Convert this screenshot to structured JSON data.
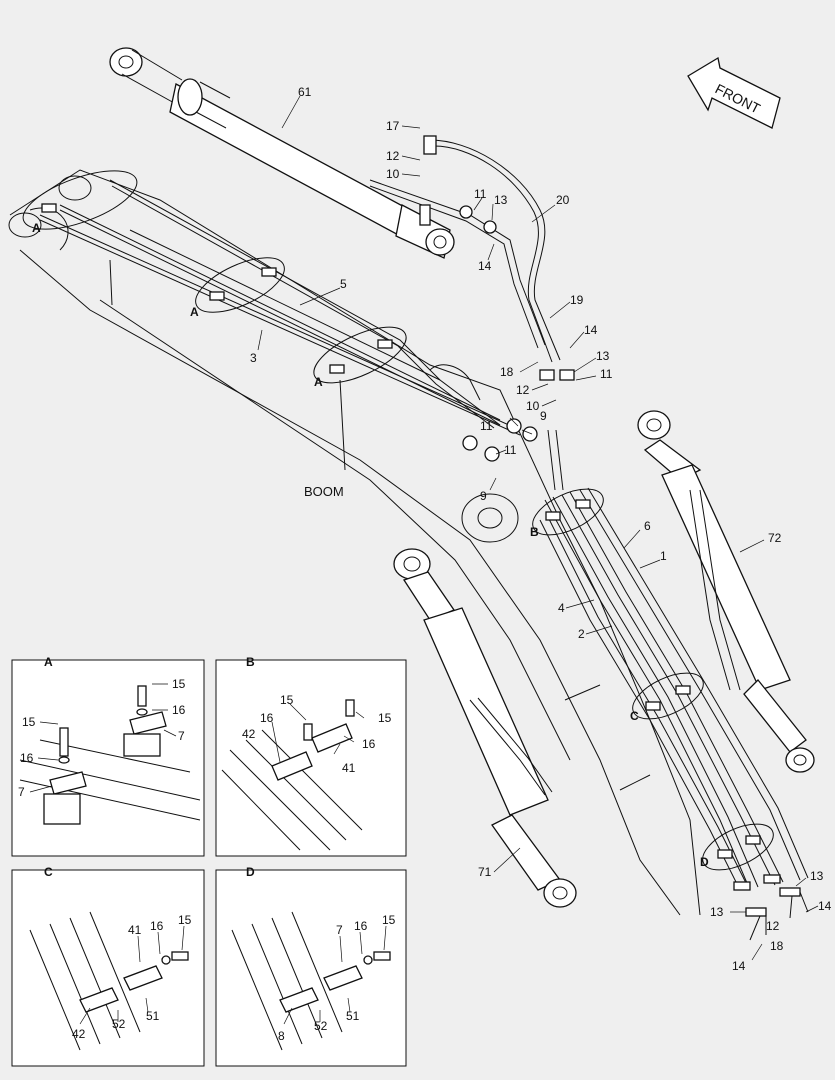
{
  "diagram": {
    "boom_label": "BOOM",
    "front_label": "FRONT",
    "main_labels": {
      "l61": "61",
      "l17": "17",
      "l12a": "12",
      "l10a": "10",
      "l11a": "11",
      "l13a": "13",
      "l20": "20",
      "l14a": "14",
      "l5": "5",
      "l3": "3",
      "lA1": "A",
      "lA2": "A",
      "lA3": "A",
      "l19": "19",
      "l14b": "14",
      "l18a": "18",
      "l13b": "13",
      "l12b": "12",
      "l11b": "11",
      "l10b": "10",
      "l9a": "9",
      "l11c": "11",
      "l11d": "11",
      "l9b": "9",
      "lB": "B",
      "l6": "6",
      "l1": "1",
      "l4": "4",
      "l2": "2",
      "l72": "72",
      "lC": "C",
      "lD": "D",
      "l71": "71",
      "l13c": "13",
      "l13d": "13",
      "l14c": "14",
      "l12c": "12",
      "l18b": "18",
      "l14d": "14"
    },
    "insets": {
      "A": {
        "title": "A",
        "l15a": "15",
        "l16a": "16",
        "l7a": "7",
        "l15b": "15",
        "l16b": "16",
        "l7b": "7"
      },
      "B": {
        "title": "B",
        "l15a": "15",
        "l15b": "15",
        "l16a": "16",
        "l16b": "16",
        "l42": "42",
        "l41": "41"
      },
      "C": {
        "title": "C",
        "l41": "41",
        "l16": "16",
        "l15": "15",
        "l42": "42",
        "l52": "52",
        "l51": "51"
      },
      "D": {
        "title": "D",
        "l7": "7",
        "l16": "16",
        "l15": "15",
        "l8": "8",
        "l52": "52",
        "l51": "51"
      }
    }
  }
}
